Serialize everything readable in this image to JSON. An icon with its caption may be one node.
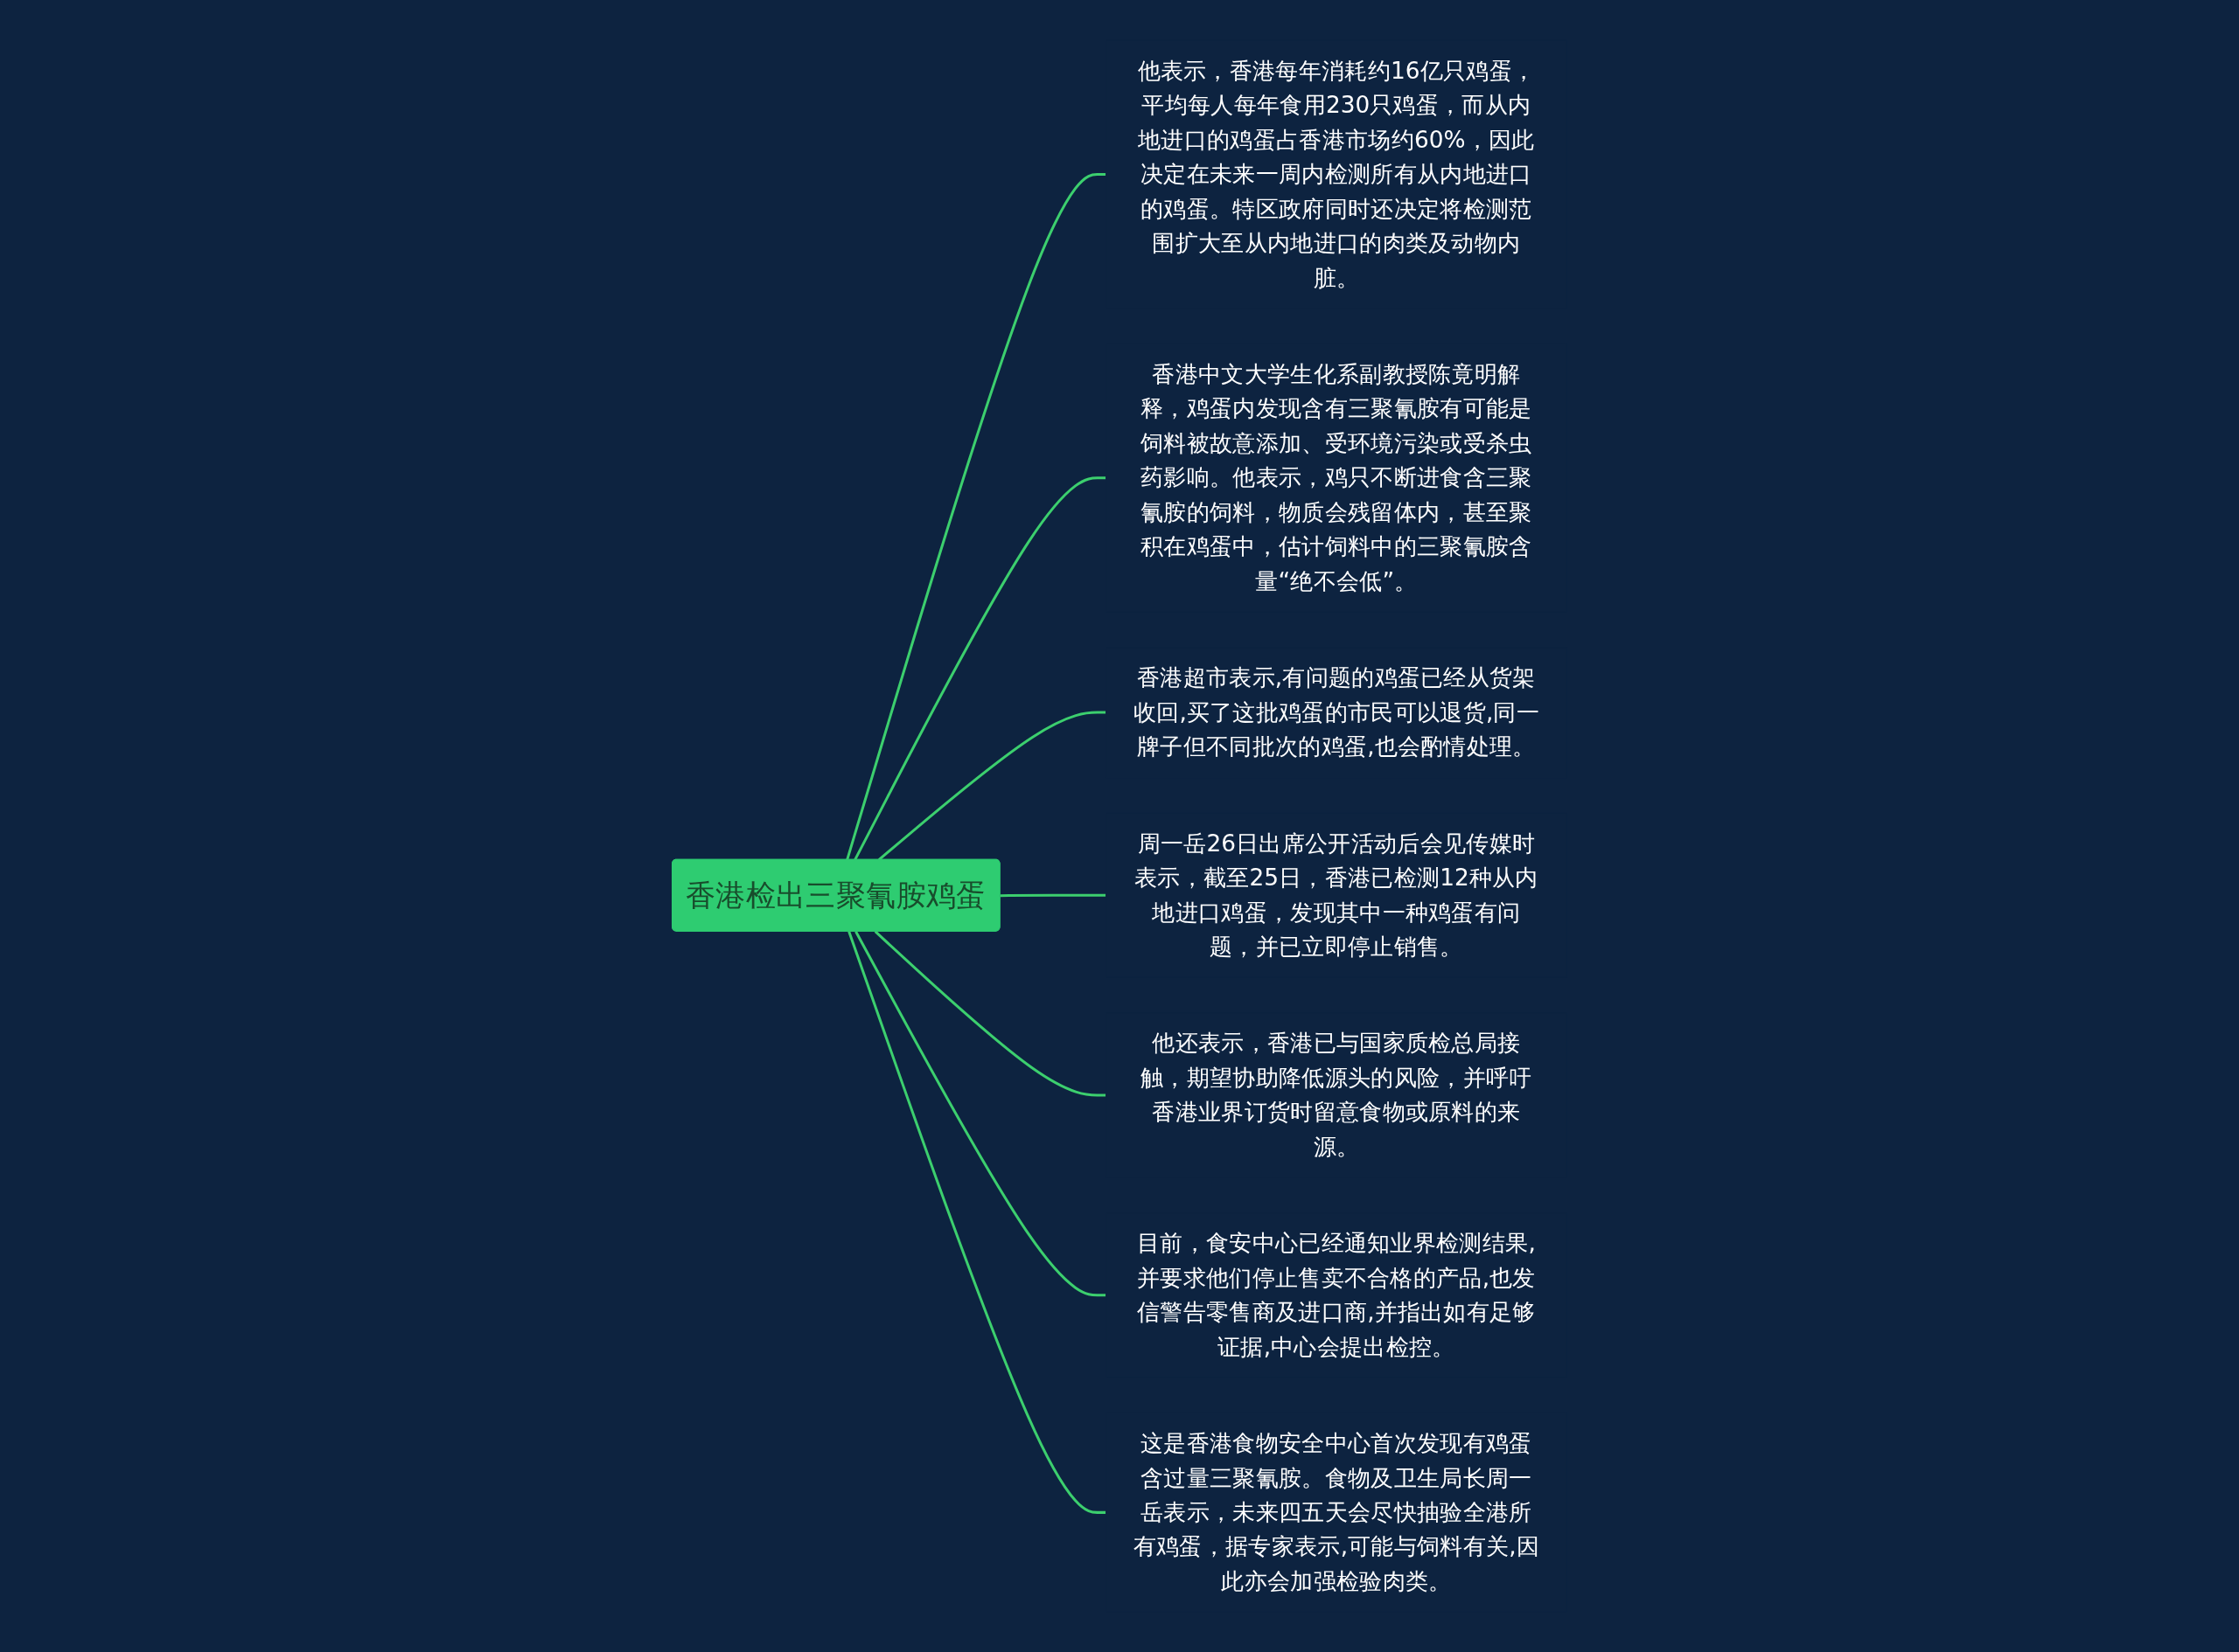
{
  "diagram": {
    "nodes": [
      {
        "text": [
          "香港检出三聚氰胺鸡蛋"
        ]
      },
      {
        "text": [
          "他表示，香港每年消耗约16亿只鸡蛋，平均每人每年食用230只鸡蛋，而从内地进口的鸡蛋占香港市场约60%，因此决定在未来一周内检测所有从内地进口的鸡蛋。特区政府同时还决定将检测范围扩大至从内地进口的肉类及动物内脏。"
        ]
      },
      {
        "text": [
          "香港中文大学生化系副教授陈竟明解释，鸡蛋内发现含有三聚氰胺有可能是饲料被故意添加、受环境污染或受杀虫药影响。他表示，鸡只不断进食含三聚氰胺的饲料，物质会残留体内，甚至聚积在鸡蛋中，估计饲料中的三聚氰胺含量“绝不会低”。"
        ]
      },
      {
        "text": [
          "香港超市表示,有问题的鸡蛋已经从货架收回,买了这批鸡蛋的市民可以退货,同一牌子但不同批次的鸡蛋,也会酌情处理。"
        ]
      },
      {
        "text": [
          "周一岳26日出席公开活动后会见传媒时表示，截至25日，香港已检测12种从内地进口鸡蛋，发现其中一种鸡蛋有问题，并已立即停止销售。"
        ]
      },
      {
        "text": [
          "他还表示，香港已与国家质检总局接触，期望协助降低源头的风险，并呼吁香港业界订货时留意食物或原料的来源。"
        ]
      },
      {
        "text": [
          "目前，食安中心已经通知业界检测结果,并要求他们停止售卖不合格的产品,也发信警告零售商及进口商,并指出如有足够证据,中心会提出检控。"
        ]
      },
      {
        "text": [
          "这是香港食物安全中心首次发现有鸡蛋含过量三聚氰胺。食物及卫生局长周一岳表示，未来四五天会尽快抽验全港所有鸡蛋，据专家表示,可能与饲料有关,因此亦会加强检验肉类。"
        ]
      }
    ],
    "edges": [
      {
        "from": 0,
        "to": 1,
        "arrow": "none"
      },
      {
        "from": 0,
        "to": 2,
        "arrow": "none"
      },
      {
        "from": 0,
        "to": 3,
        "arrow": "none"
      },
      {
        "from": 0,
        "to": 4,
        "arrow": "none"
      },
      {
        "from": 0,
        "to": 5,
        "arrow": "none"
      },
      {
        "from": 0,
        "to": 6,
        "arrow": "none"
      },
      {
        "from": 0,
        "to": 7,
        "arrow": "none"
      }
    ]
  }
}
